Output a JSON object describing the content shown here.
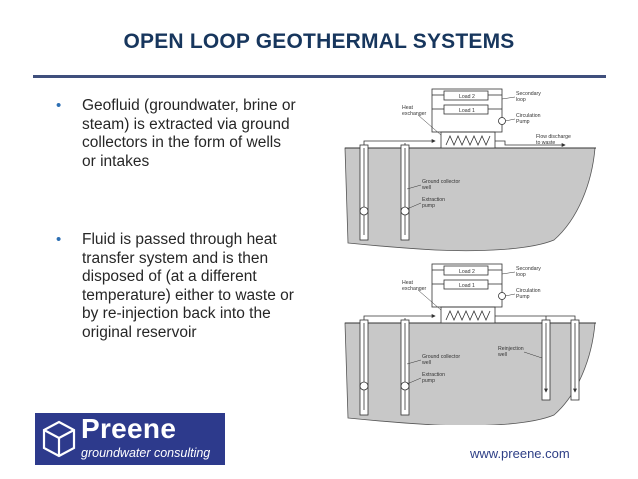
{
  "title": "OPEN LOOP GEOTHERMAL SYSTEMS",
  "bullets": [
    "Geofluid (groundwater, brine or steam) is extracted via ground collectors in the form of wells or intakes",
    "Fluid is passed through heat transfer system and is then disposed of (at a different temperature) either to waste or by re-injection back into the original reservoir"
  ],
  "diagram_top": {
    "load2": "Load 2",
    "load1": "Load 1",
    "secondary_loop": [
      "Secondary",
      "loop"
    ],
    "heat_exchanger": [
      "Heat",
      "exchanger"
    ],
    "circulation_pump": [
      "Circulation",
      "Pump"
    ],
    "flow_discharge": [
      "Flow discharge",
      "to waste"
    ],
    "ground_collector": [
      "Ground collector",
      "well"
    ],
    "extraction_pump": [
      "Extraction",
      "pump"
    ]
  },
  "diagram_bottom": {
    "load2": "Load 2",
    "load1": "Load 1",
    "secondary_loop": [
      "Secondary",
      "loop"
    ],
    "heat_exchanger": [
      "Heat",
      "exchanger"
    ],
    "circulation_pump": [
      "Circulation",
      "Pump"
    ],
    "reinjection_well": [
      "Reinjection",
      "well"
    ],
    "ground_collector": [
      "Ground collector",
      "well"
    ],
    "extraction_pump": [
      "Extraction",
      "pump"
    ]
  },
  "logo": {
    "name": "Preene",
    "tagline": "groundwater consulting"
  },
  "url": "www.preene.com",
  "colors": {
    "title": "#17365d",
    "rule": "#3f4f7c",
    "bullet": "#2d6fb3",
    "logo_bg": "#2d3a8c",
    "ground": "#c8c8c8"
  }
}
